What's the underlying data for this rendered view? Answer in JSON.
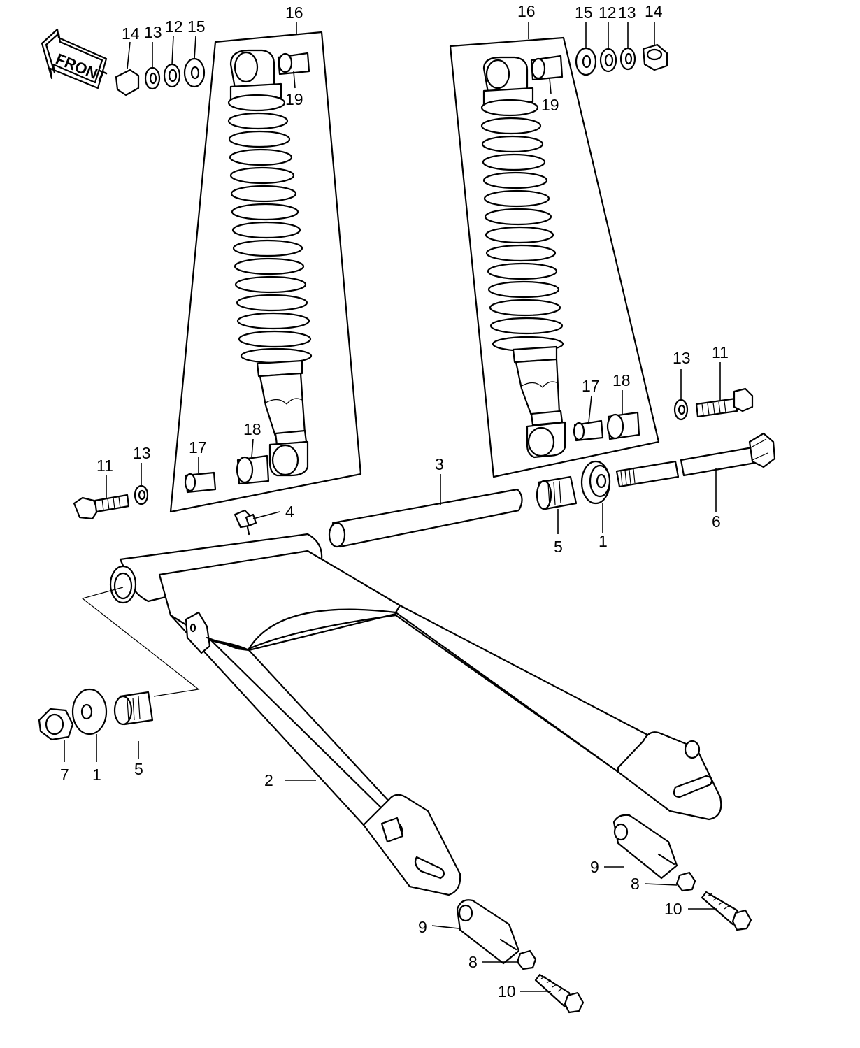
{
  "front_badge": {
    "text": "FRONT"
  },
  "icons": {
    "front_arrow": "front-arrow-icon"
  },
  "callouts": {
    "l16_left": "16",
    "l14_left": "14",
    "l13_left": "13",
    "l12_left": "12",
    "l15_left": "15",
    "l19_left": "19",
    "l16_right": "16",
    "l15_right": "15",
    "l12_right": "12",
    "l13_right": "13",
    "l14_right": "14",
    "l19_right": "19",
    "l13_mid": "13",
    "l11_mid": "11",
    "l17_right": "17",
    "l18_right": "18",
    "l11_left": "11",
    "l13_left_bolt": "13",
    "l17_left": "17",
    "l18_left": "18",
    "l3": "3",
    "l4": "4",
    "l5_right": "5",
    "l1_right": "1",
    "l6": "6",
    "l7": "7",
    "l1_left": "1",
    "l5_left": "5",
    "l2": "2",
    "l9_right": "9",
    "l8_right": "8",
    "l10_right": "10",
    "l9_left": "9",
    "l8_left": "8",
    "l10_left": "10"
  }
}
